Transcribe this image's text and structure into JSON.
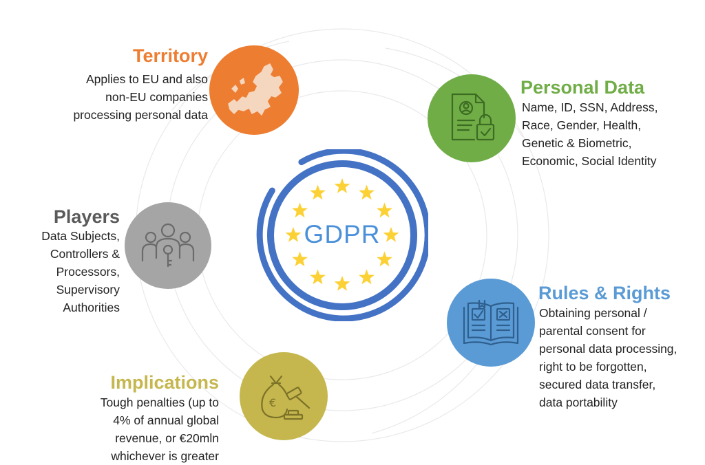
{
  "center": {
    "label": "GDPR",
    "colors": {
      "ring": "#4472c4",
      "star": "#fcd135",
      "label": "#4a90d9"
    }
  },
  "sections": {
    "territory": {
      "title": "Territory",
      "lines": [
        "Applies to EU and also",
        "non-EU companies",
        "processing personal data"
      ],
      "color": "#ed7d31",
      "icon": "europe-map-icon"
    },
    "personal_data": {
      "title": "Personal Data",
      "lines": [
        "Name, ID, SSN, Address,",
        "Race, Gender, Health,",
        "Genetic & Biometric,",
        "Economic, Social Identity"
      ],
      "color": "#70ad47",
      "icon": "document-lock-icon"
    },
    "players": {
      "title": "Players",
      "lines": [
        "Data Subjects,",
        "Controllers &",
        "Processors,",
        "Supervisory",
        "Authorities"
      ],
      "color": "#a5a5a5",
      "title_color": "#5a5a5a",
      "icon": "people-key-icon"
    },
    "rules_rights": {
      "title": "Rules & Rights",
      "lines": [
        "Obtaining personal /",
        "parental consent for",
        "personal data processing,",
        "right to be forgotten,",
        "secured data transfer,",
        "data portability"
      ],
      "color": "#5b9bd5",
      "icon": "rulebook-icon"
    },
    "implications": {
      "title": "Implications",
      "lines": [
        "Tough penalties (up to",
        "4% of annual global",
        "revenue, or €20mln",
        "whichever is greater"
      ],
      "color": "#c5b74e",
      "icon": "money-bag-gavel-icon"
    }
  }
}
